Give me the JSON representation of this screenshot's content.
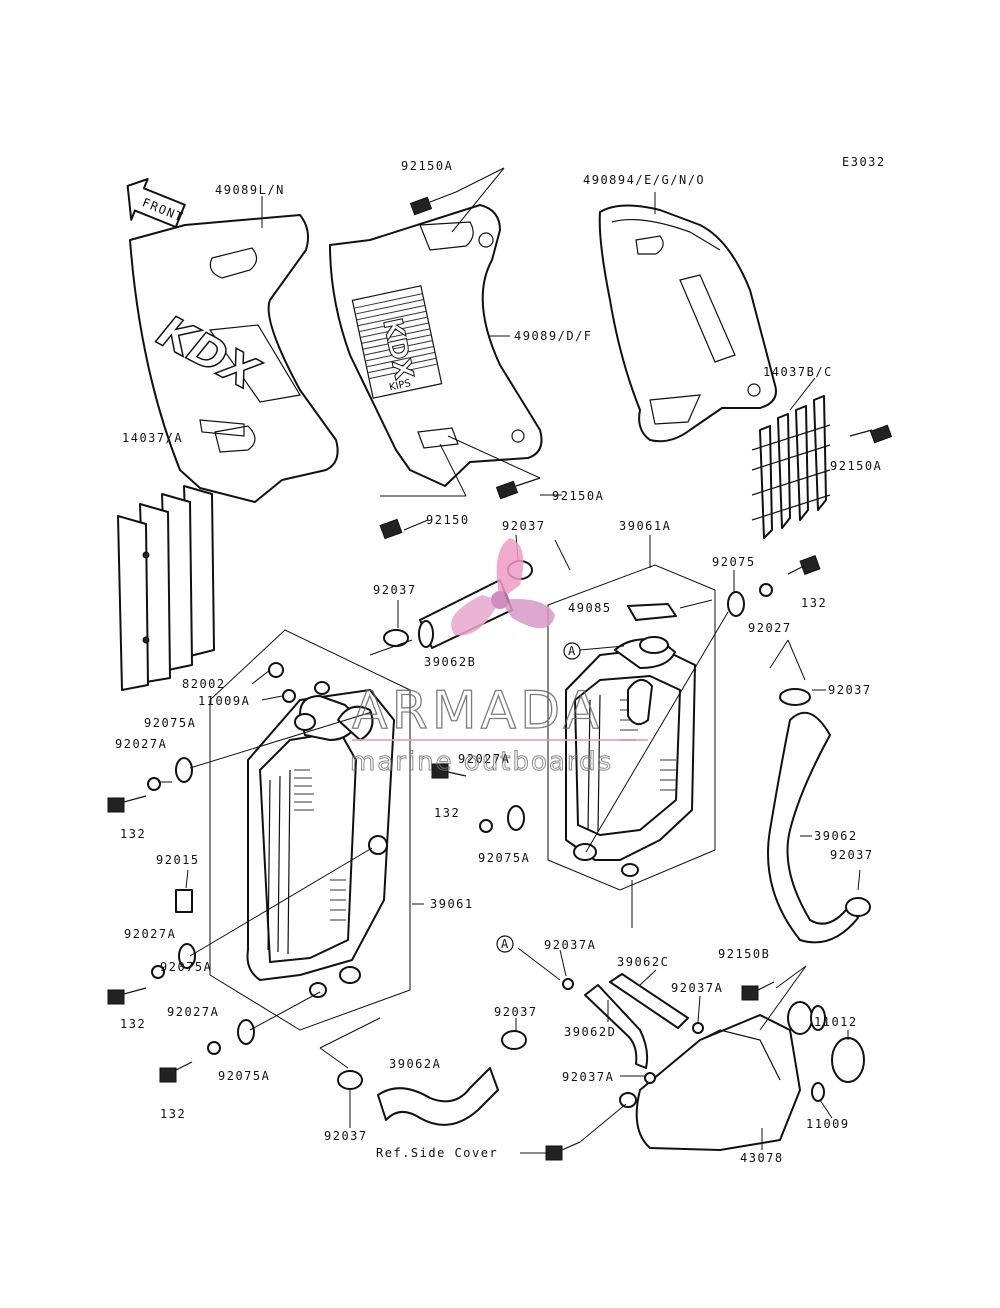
{
  "diagram_code": "E3032",
  "front_indicator": "FRONT",
  "labels": {
    "l_92150A_top": "92150A",
    "l_49089LN": "49089L/N",
    "l_490894": "490894/E/G/N/O",
    "l_49089DF": "49089/D/F",
    "l_14037BC": "14037B/C",
    "l_92150A_right": "92150A",
    "l_14037A": "14037/A",
    "l_92150A_mid": "92150A",
    "l_92150": "92150",
    "l_92037_a": "92037",
    "l_39061A": "39061A",
    "l_92075_a": "92075",
    "l_92037_b": "92037",
    "l_49085": "49085",
    "l_92027": "92027",
    "l_132_a": "132",
    "l_39062B": "39062B",
    "l_82002": "82002",
    "l_11009A": "11009A",
    "l_92037_c": "92037",
    "l_92075A_a": "92075A",
    "l_92027A_a": "92027A",
    "l_92027A_b": "92027A",
    "l_132_b": "132",
    "l_132_c": "132",
    "l_39062": "39062",
    "l_92037_d": "92037",
    "l_92075A_b": "92075A",
    "l_92015": "92015",
    "l_39061": "39061",
    "l_92027A_c": "92027A",
    "l_92037A_a": "92037A",
    "l_39062C": "39062C",
    "l_92150B": "92150B",
    "l_92075A_c": "92075A",
    "l_92037A_b": "92037A",
    "l_11012": "11012",
    "l_132_d": "132",
    "l_92027A_d": "92027A",
    "l_92037_e": "92037",
    "l_39062D": "39062D",
    "l_92075A_d": "92075A",
    "l_39062A": "39062A",
    "l_92037A_c": "92037A",
    "l_132_e": "132",
    "l_11009": "11009",
    "l_92037_f": "92037",
    "l_ref_side_cover": "Ref.Side Cover",
    "l_43078": "43078",
    "marker_A_1": "A",
    "marker_A_2": "A"
  },
  "shroud_decals": {
    "left_logo": "KDX",
    "center_logo": "KDX",
    "center_sub": "KIPS"
  },
  "watermark": {
    "brand": "ARMADA",
    "tagline": "marine outboards",
    "color": "#e8a0c0"
  }
}
